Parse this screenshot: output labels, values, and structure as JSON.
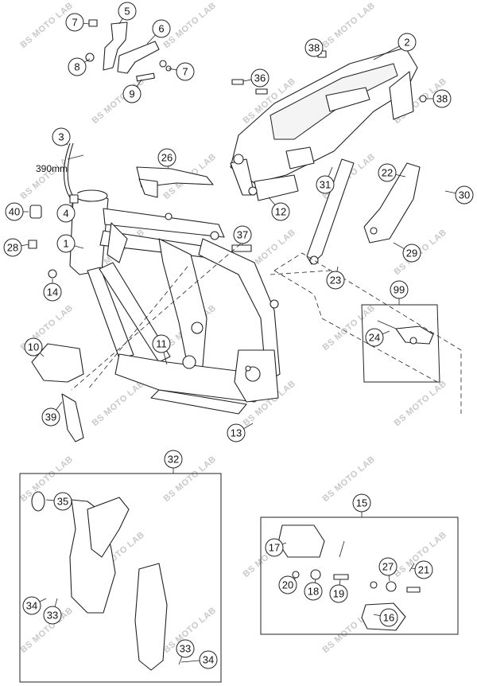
{
  "diagram": {
    "watermark": "BS MOTO LAB",
    "dimension_label": "390mm",
    "callouts": [
      "1",
      "2",
      "3",
      "4",
      "5",
      "6",
      "7",
      "7",
      "8",
      "9",
      "10",
      "11",
      "12",
      "13",
      "14",
      "15",
      "16",
      "17",
      "18",
      "19",
      "20",
      "21",
      "22",
      "23",
      "24",
      "26",
      "27",
      "28",
      "29",
      "30",
      "31",
      "32",
      "33",
      "33",
      "34",
      "34",
      "35",
      "36",
      "37",
      "38",
      "38",
      "39",
      "40",
      "99"
    ]
  }
}
